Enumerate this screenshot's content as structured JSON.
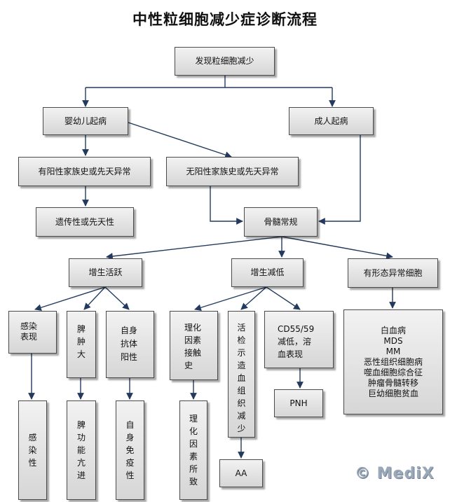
{
  "title": "中性粒细胞减少症诊断流程",
  "nodes": {
    "start": "发现粒细胞减少",
    "infant": "婴幼儿起病",
    "adult": "成人起病",
    "fam_pos": "有阳性家族史或先天异常",
    "fam_neg": "无阳性家族史或先天异常",
    "hereditary": "遗传性或先天性",
    "marrow": "骨髓常规",
    "hyper": "增生活跃",
    "hypo": "增生减低",
    "abnormal": "有形态异常细胞",
    "infection_sign": [
      "感染",
      "表现"
    ],
    "spleen": [
      "脾",
      "肿",
      "大"
    ],
    "autoab": [
      "自身",
      "抗体",
      "阳性"
    ],
    "exposure": [
      "理化",
      "因素",
      "接触",
      "史"
    ],
    "biopsy": [
      "活",
      "检",
      "示",
      "造",
      "血",
      "组",
      "织",
      "减",
      "少"
    ],
    "cd55": [
      "CD55/59",
      "减低，溶",
      "血表现"
    ],
    "infectious": [
      "感",
      "染",
      "性"
    ],
    "hypersplenism": [
      "脾",
      "功",
      "能",
      "亢",
      "进"
    ],
    "autoimmune": [
      "自",
      "身",
      "免",
      "疫",
      "性"
    ],
    "physchem": [
      "理",
      "化",
      "因",
      "素",
      "所",
      "致"
    ],
    "aa": "AA",
    "pnh": "PNH",
    "diseases": [
      "白血病",
      "MDS",
      "MM",
      "恶性组织细胞病",
      "噬血细胞综合征",
      "肿瘤骨髓转移",
      "巨幼细胞贫血"
    ]
  },
  "logo": "© MediX"
}
